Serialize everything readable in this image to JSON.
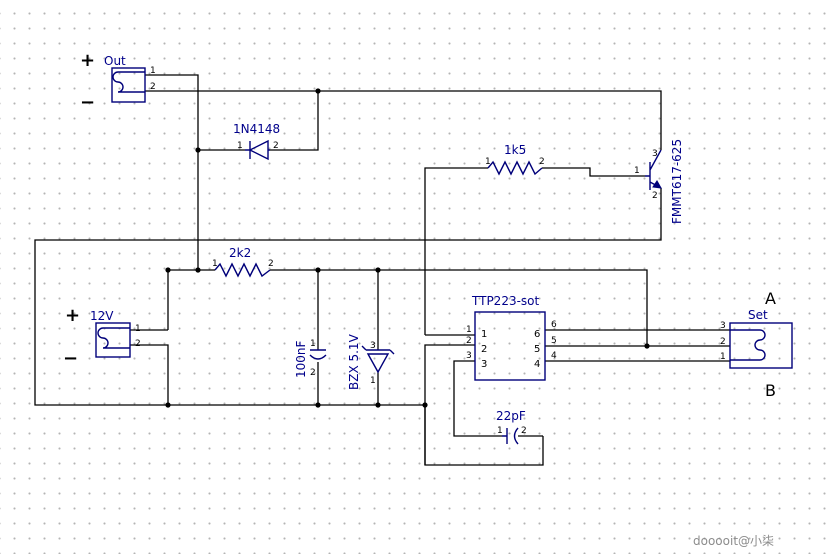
{
  "connectors": {
    "out": {
      "label": "Out",
      "plus": "+",
      "minus": "−",
      "pin1": "1",
      "pin2": "2"
    },
    "in12v": {
      "label": "12V",
      "plus": "+",
      "minus": "−",
      "pin1": "1",
      "pin2": "2"
    },
    "set": {
      "label": "Set",
      "pin3": "3",
      "pin2": "2",
      "pin1": "1",
      "a_label": "A",
      "b_label": "B"
    }
  },
  "diode": {
    "label": "1N4148",
    "pin1": "1",
    "pin2": "2"
  },
  "resistor_1k5": {
    "label": "1k5",
    "pin1": "1",
    "pin2": "2"
  },
  "transistor": {
    "label": "FMMT617-625",
    "pin1": "1",
    "pin2": "2",
    "pin3": "3"
  },
  "resistor_2k2": {
    "label": "2k2",
    "pin1": "1",
    "pin2": "2"
  },
  "cap_100nf": {
    "label": "100nF",
    "pin1": "1",
    "pin2": "2"
  },
  "zener": {
    "label": "BZX 5.1V",
    "pin3": "3",
    "pin1": "1"
  },
  "ic": {
    "label": "TTP223-sot",
    "pins": [
      "1",
      "2",
      "3",
      "6",
      "5",
      "4"
    ]
  },
  "cap_22pf": {
    "label": "22pF",
    "pin1": "1",
    "pin2": "2"
  },
  "watermark": "dooooit@小柒"
}
